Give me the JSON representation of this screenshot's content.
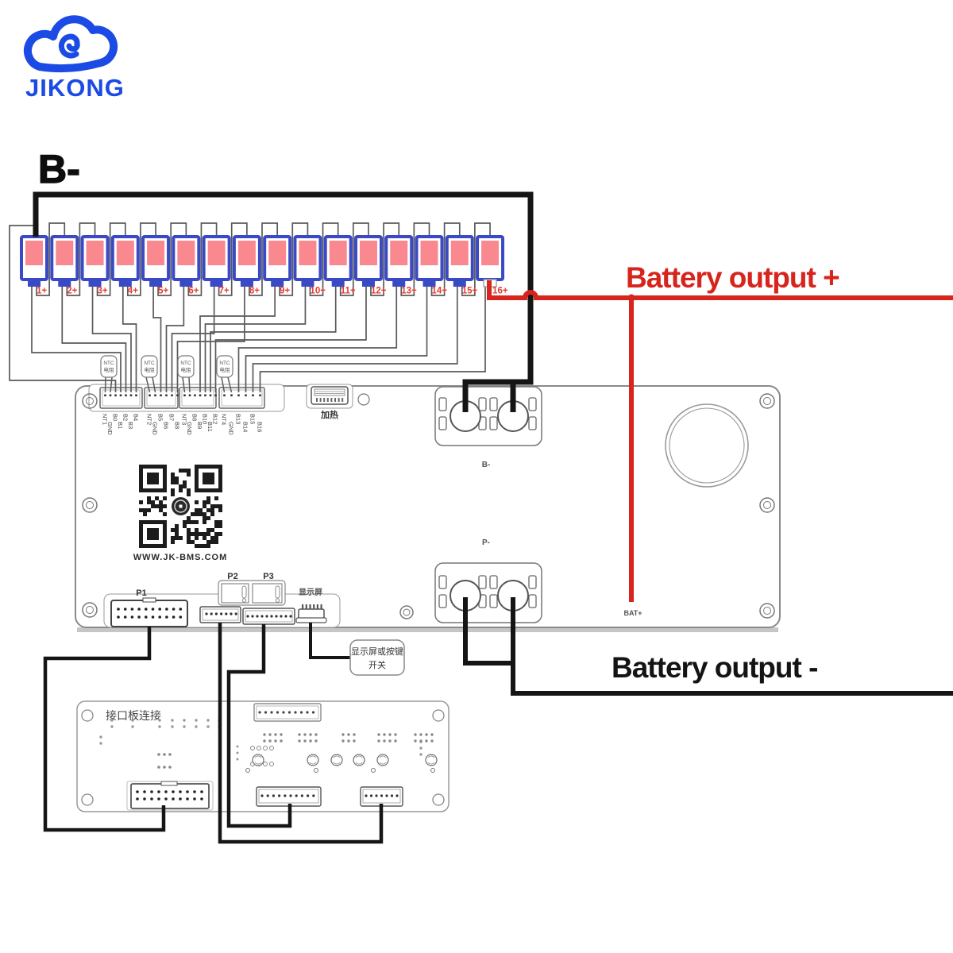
{
  "brand": {
    "name": "JIKONG"
  },
  "headings": {
    "pack_negative": "B-",
    "battery_output_plus": "Battery output +",
    "battery_output_minus": "Battery output -"
  },
  "bms_board": {
    "website": "WWW.JK-BMS.COM",
    "heating_label": "加热",
    "display_label": "显示屏",
    "p1_label": "P1",
    "p2_label": "P2",
    "p3_label": "P3",
    "b_minus_terminal": "B-",
    "p_minus_terminal": "P-",
    "bat_terminal": "BAT+",
    "balance_connectors": [
      {
        "pins": [
          "NT1",
          "GND",
          "B0",
          "B1",
          "B2",
          "B3",
          "B4"
        ]
      },
      {
        "pins": [
          "NT2",
          "GND",
          "B5",
          "B6",
          "B7",
          "B8"
        ]
      },
      {
        "pins": [
          "NT3",
          "GND",
          "B8",
          "B9",
          "B10",
          "B11",
          "B12"
        ]
      },
      {
        "pins": [
          "NT4",
          "GND",
          "B13",
          "B14",
          "B15",
          "B16"
        ]
      }
    ]
  },
  "cells": {
    "labels": [
      "1+",
      "2+",
      "3+",
      "4+",
      "5+",
      "6+",
      "7+",
      "8+",
      "9+",
      "10+",
      "11+",
      "12+",
      "13+",
      "14+",
      "15+",
      "16+"
    ]
  },
  "ntc": {
    "count": 4,
    "line1": "NTC",
    "line2": "电阻"
  },
  "interface_board": {
    "title": "接口板连接"
  },
  "display_switch_box": {
    "line1": "显示屏或按键",
    "line2": "开关"
  },
  "colors": {
    "brand_blue": "#1b4ae4",
    "cell_border_blue": "#3a49c4",
    "cell_fill_pink": "#f9898e",
    "wire_red": "#d7241c",
    "wire_black": "#151515",
    "wire_thin": "#5a5a5a",
    "label_red": "#e23b30"
  }
}
